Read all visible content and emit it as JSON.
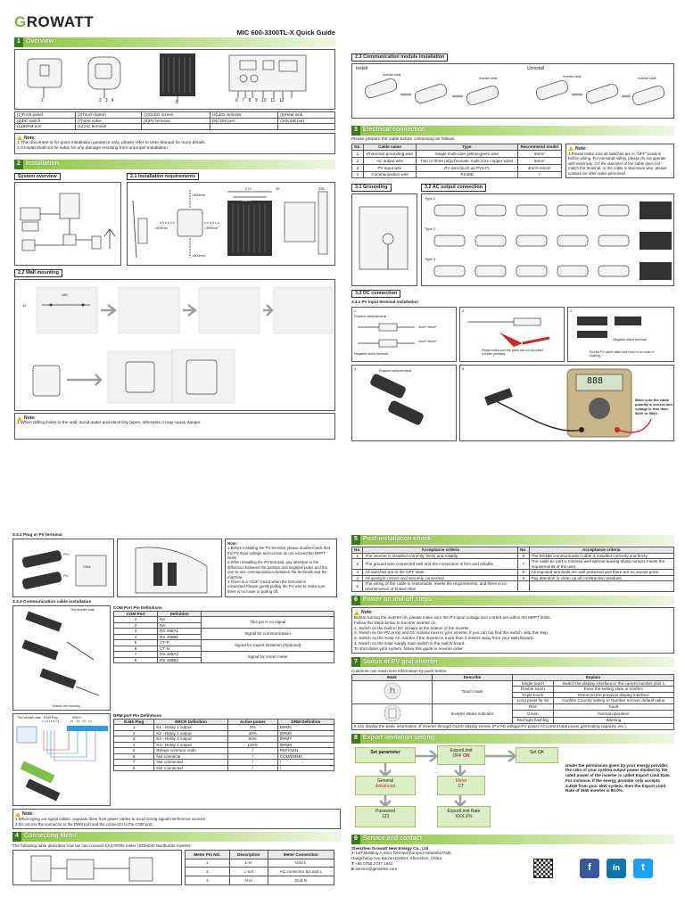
{
  "header": {
    "logo_text": "ROWATT",
    "logo_initial": "G",
    "guide_title": "MIC 600-3300TL-X Quick Guide"
  },
  "overview": {
    "section_num": "1",
    "section_title": "Overview",
    "callouts_a": [
      "1"
    ],
    "callouts_b": [
      "2",
      "3",
      "4"
    ],
    "callouts_c": [
      "5"
    ],
    "callouts_d": [
      "6",
      "7",
      "8",
      "9",
      "10",
      "11",
      "12"
    ],
    "parts": [
      [
        "(1)Front panel",
        "(2)Touch button",
        "(3)OLED screen",
        "(4)LED indicator",
        "(5)Heat sink"
      ],
      [
        "(6)DC switch",
        "(7)Vent valve",
        "(8)PV terminal",
        "(9)COM port",
        "(10)USB port"
      ],
      [
        "(11)DRM port",
        "(12)AC terminal",
        "",
        "",
        ""
      ]
    ],
    "note_title": "Note:",
    "note_lines": [
      "1.This document is for quick installation guidance only, please refer to User Manual for more details.",
      "2.Growatt shall not be liable for any damage resulting from unproper installation."
    ]
  },
  "installation": {
    "section_num": "2",
    "section_title": "Installation",
    "system_overview": "System overview",
    "requirements": "2.1 Installation requirements",
    "wall_mounting": "2.2 Wall mounting",
    "dims": [
      "274",
      "335.9",
      "39",
      "136"
    ],
    "clearances": [
      ">500mm",
      ">300mm",
      ">300mm",
      ">500mm"
    ],
    "drill_dims": [
      "180",
      "12"
    ],
    "note_title": "Note:",
    "note_text": "1.When drilling holes in the wall, avoid water and electricity pipes, otherwise it may cause danger."
  },
  "comm_module": {
    "title": "2.3 Communication module installation",
    "install": "Install",
    "uninstall": "Uninstall",
    "slide_labels": [
      "Inverter slide",
      "Inverter slide",
      "Inverter slide",
      "Inverter slide"
    ]
  },
  "electrical": {
    "section_num": "3",
    "section_title": "Electrical connection",
    "prep": "Please prepare the cable before connecting as follows.",
    "headers": [
      "No.",
      "Cable name",
      "Type",
      "Recommend model"
    ],
    "rows": [
      [
        "1",
        "Protective grounding wire",
        "Single multi-core yellow-green wire",
        "6mm²"
      ],
      [
        "2",
        "AC output wire",
        "Two or three polychromatic multi-core copper wires",
        "6mm²"
      ],
      [
        "3",
        "PV input wire",
        "PV wire (such as PV1-F)",
        "4mm²~6mm²"
      ],
      [
        "4",
        "Communication wire",
        "RS485",
        "/"
      ]
    ],
    "note_title": "Note:",
    "note_text": "1.Please make sure all switches are in \"OFF\" position before wiring. For personal safety, please do not operate with electricity. 2.If the diameter of the cable does not match the terminal, or the cable is aluminum wire, please contact our after-sales personnel.",
    "grounding": "3.1 Grounding",
    "ac_output": "3.2 AC output connection",
    "ac_types": [
      "Type 1",
      "Type 2",
      "Type 3"
    ],
    "dc_connection": "3.3 DC connection",
    "pv_input_install": "3.3.1 PV input terminal installation",
    "crimp_labels": [
      "Positive metal terminal",
      "Negative metal terminal",
      "4mm²~6mm²",
      "4mm²~6mm²",
      "Negative metal terminal",
      "Positive metal terminal"
    ],
    "crimp_notes": [
      "Please make sure the cable can not be pulled out after pressing.",
      "Pull the PV cable make sure there is no loose or shaking."
    ],
    "polarity_note": "Make sure the cable polarity is correct and voltage is less than 500V or 550V.",
    "step_nums": [
      "1",
      "2",
      "3",
      "4",
      "5"
    ],
    "meter_readout": "888"
  },
  "plug_pv": {
    "title": "3.3.2 Plug in PV terminal",
    "labels": [
      "PV+",
      "PV-",
      "Click"
    ],
    "note_title": "Note:",
    "note_lines": [
      "1.Before installing the PV terminal, please double-check that the PV input voltage and current do not exceed the MPPT limits.",
      "2.When installing the PV terminal, pay attention to the difference between the positive and negative poles and the one-to-one correspondence between the terminals and the machine.",
      "3.There is a \"click\" sound when the terminal is connected.Please gently pulling the PV wire to make sure there is no loose or pulling off."
    ]
  },
  "comm_cable": {
    "title": "3.3.3 Communication cable installation",
    "inverter_side": "The inverter side",
    "unlock": "Unlock the housing",
    "com_title": "COM Port Pin Definitions",
    "com_headers": [
      "COM Port",
      "Definition",
      ""
    ],
    "com_rows": [
      [
        "1",
        "NA"
      ],
      [
        "2",
        "NA"
      ],
      [
        "3",
        "RS 485A1"
      ],
      [
        "4",
        "RS 485B1"
      ],
      [
        "5",
        "CT-P"
      ],
      [
        "6",
        "CT-N"
      ],
      [
        "7",
        "RS 485A2"
      ],
      [
        "8",
        "RS 485B2"
      ]
    ],
    "com_groups": [
      "This pin is no signal",
      "Signal for communication",
      "Signal for export limitation (Optional)",
      "Signal for smart meter"
    ],
    "drm_title": "DRM port Pin Definitions",
    "drm_headers": [
      "RJ45 Plug",
      "RRCR Definition",
      "Active power",
      "DRM Definition"
    ],
    "drm_rows": [
      [
        "1",
        "K1 - Relay 1 output",
        "0%",
        "DRM5"
      ],
      [
        "2",
        "K2 - Relay 2 output",
        "30%",
        "DRM6"
      ],
      [
        "3",
        "K3 - Relay 3 output",
        "60%",
        "DRM7"
      ],
      [
        "4",
        "K4 - Relay 4 output",
        "100%",
        "DRM8"
      ],
      [
        "5",
        "Relays common node",
        "/",
        "REF/GEN"
      ],
      [
        "6",
        "Not connecte",
        "/",
        "COM/DRM0"
      ],
      [
        "7",
        "Not connected",
        "/",
        "/"
      ],
      [
        "8",
        "Not connected",
        "/",
        "/"
      ]
    ],
    "rrcr_labels": [
      "RJ45 Plug",
      "1 2 3 4 5 6 7 8",
      "RRCR",
      "K1",
      "K2",
      "K3",
      "K4"
    ],
    "note_title": "Note:",
    "note_lines": [
      "1.When laying out signal cables, separate them from power cables to avoid strong signal interference sources",
      "2.Do not mix the connector to the DRM port and the connector to the COM port."
    ]
  },
  "meter": {
    "section_num": "4",
    "section_title": "Connecting Meter",
    "intro": "The following table describes how we can connect EASTRON meter (SDM230-Modbus)to Inverter:",
    "headers": [
      "Meter Pin NO.",
      "Description",
      "Meter Connection"
    ],
    "rows": [
      [
        "1",
        "L-in",
        "Grid L"
      ],
      [
        "2",
        "L-out",
        "AC connector & Load L"
      ],
      [
        "3",
        "N-in",
        "Grid N"
      ]
    ]
  },
  "post_check": {
    "section_num": "5",
    "section_title": "Post-installation check",
    "headers": [
      "No.",
      "Acceptance criteria",
      "No.",
      "Acceptance criteria"
    ],
    "rows": [
      [
        "1",
        "The inverter is installed correctly, firmly and reliably.",
        "6",
        "The RS485 communication cable is installed correctly and firmly."
      ],
      [
        "2",
        "The ground wire connected well and the connection is firm and reliable.",
        "7",
        "The cable tie port is trimmed well without leaving sharp corners,meets the requirements of the user."
      ],
      [
        "3",
        "All switches are in the OFF state.",
        "8",
        "All exposed terminals are well protected and there are no vacant ports."
      ],
      [
        "4",
        "All wiring is correct and securely connected.",
        "9",
        "Pay attention to clean up all construction residues."
      ],
      [
        "5",
        "The wiring of the cable is reasonable, meets the requirements, and there is no phenomenon of broken skin.",
        "",
        ""
      ]
    ]
  },
  "power": {
    "section_num": "6",
    "section_title": "Power on and off steps",
    "note_title": "Note:",
    "lines": [
      "Before turning the inverter on, please make sure the PV input voltage and current are within the MPPT limits.",
      "Follow the steps below to turn the inverter on:",
      "1. Switch on the built-in DC isolator at the bottom of the inverter.",
      "2. Switch on the PV Array and DC isolator next to your inverter, if you can not find this switch, skip this step.",
      "3. Switch on the Solar AC isolator if the inverter is more than 3 meters away from your switchboard.",
      "4. Switch on the solar supply main switch in the switch board.",
      "To shut down your system, follow this guide in reverse order"
    ]
  },
  "status": {
    "section_num": "7",
    "section_title": "Status of PV grid inverter",
    "intro": "Customer can read more information by push button.",
    "headers": [
      "Mark",
      "Describe",
      "Explain"
    ],
    "touch_mark": "Touch mark",
    "touch_rows": [
      [
        "Single touch",
        "Switch the display interface or the current number plus 1"
      ],
      [
        "Double touch",
        "Enter the setting state or confirm"
      ],
      [
        "Triple touch",
        "Return to the previous display interface"
      ],
      [
        "Long press for 5s",
        "Confirm Country setting or Number recover default value"
      ]
    ],
    "indicator": "Inverter status indicator",
    "led_rows": [
      [
        "Red",
        "Fault"
      ],
      [
        "Green",
        "Normal operation"
      ],
      [
        "Red light flashing",
        "Warning"
      ]
    ],
    "footer": "It can display the basic information of inverter through OLED display screen (PV/AC voltage,PV power,ACcurrent,total power,generating capacity, etc.)."
  },
  "export": {
    "section_num": "8",
    "section_title": "Export limitation setting",
    "set_param": "Set parameter",
    "export_limit": "ExportLimit",
    "off_on_a": "OFF",
    "off_on_b": "ON",
    "set_ok": "Set OK",
    "general": "General",
    "advanced": "Advanced",
    "meter": "Meter",
    "ct": "CT",
    "password": "Password",
    "pwd_val": "123",
    "export_rate": "ExportLimit Rate",
    "rate_val": "XXX.X%",
    "desc": "Under the permission given by your energy provider, the ratio of your system output power divided by the rated power of the inverter is called Export Limit Rate. For instance, if the energy provider only accepts 2.4kW from your 3kW system, then the Export Limit Rate of 3kW inverter is 80.0%."
  },
  "service": {
    "section_num": "9",
    "section_title": "Service and contact",
    "company": "Shenzhen Growatt New Energy Co., Ltd",
    "address1": "4-13/F,Building A,Sino-German(Europe) Industrial Park,",
    "address2": "Hangcheng Ave,Bao'an District, Shenzhen, China",
    "tel_label": "T",
    "tel": "+86 0755 2747 1942",
    "email_label": "E",
    "email": "service@ginverter.com",
    "socials": [
      "f",
      "in",
      "t"
    ]
  },
  "colors": {
    "accent": "#8cc63f",
    "accent_dark": "#3c7a1e",
    "warn": "#f2b400",
    "facebook": "#3b5998",
    "linkedin": "#0e76a8",
    "twitter": "#1da1f2"
  }
}
